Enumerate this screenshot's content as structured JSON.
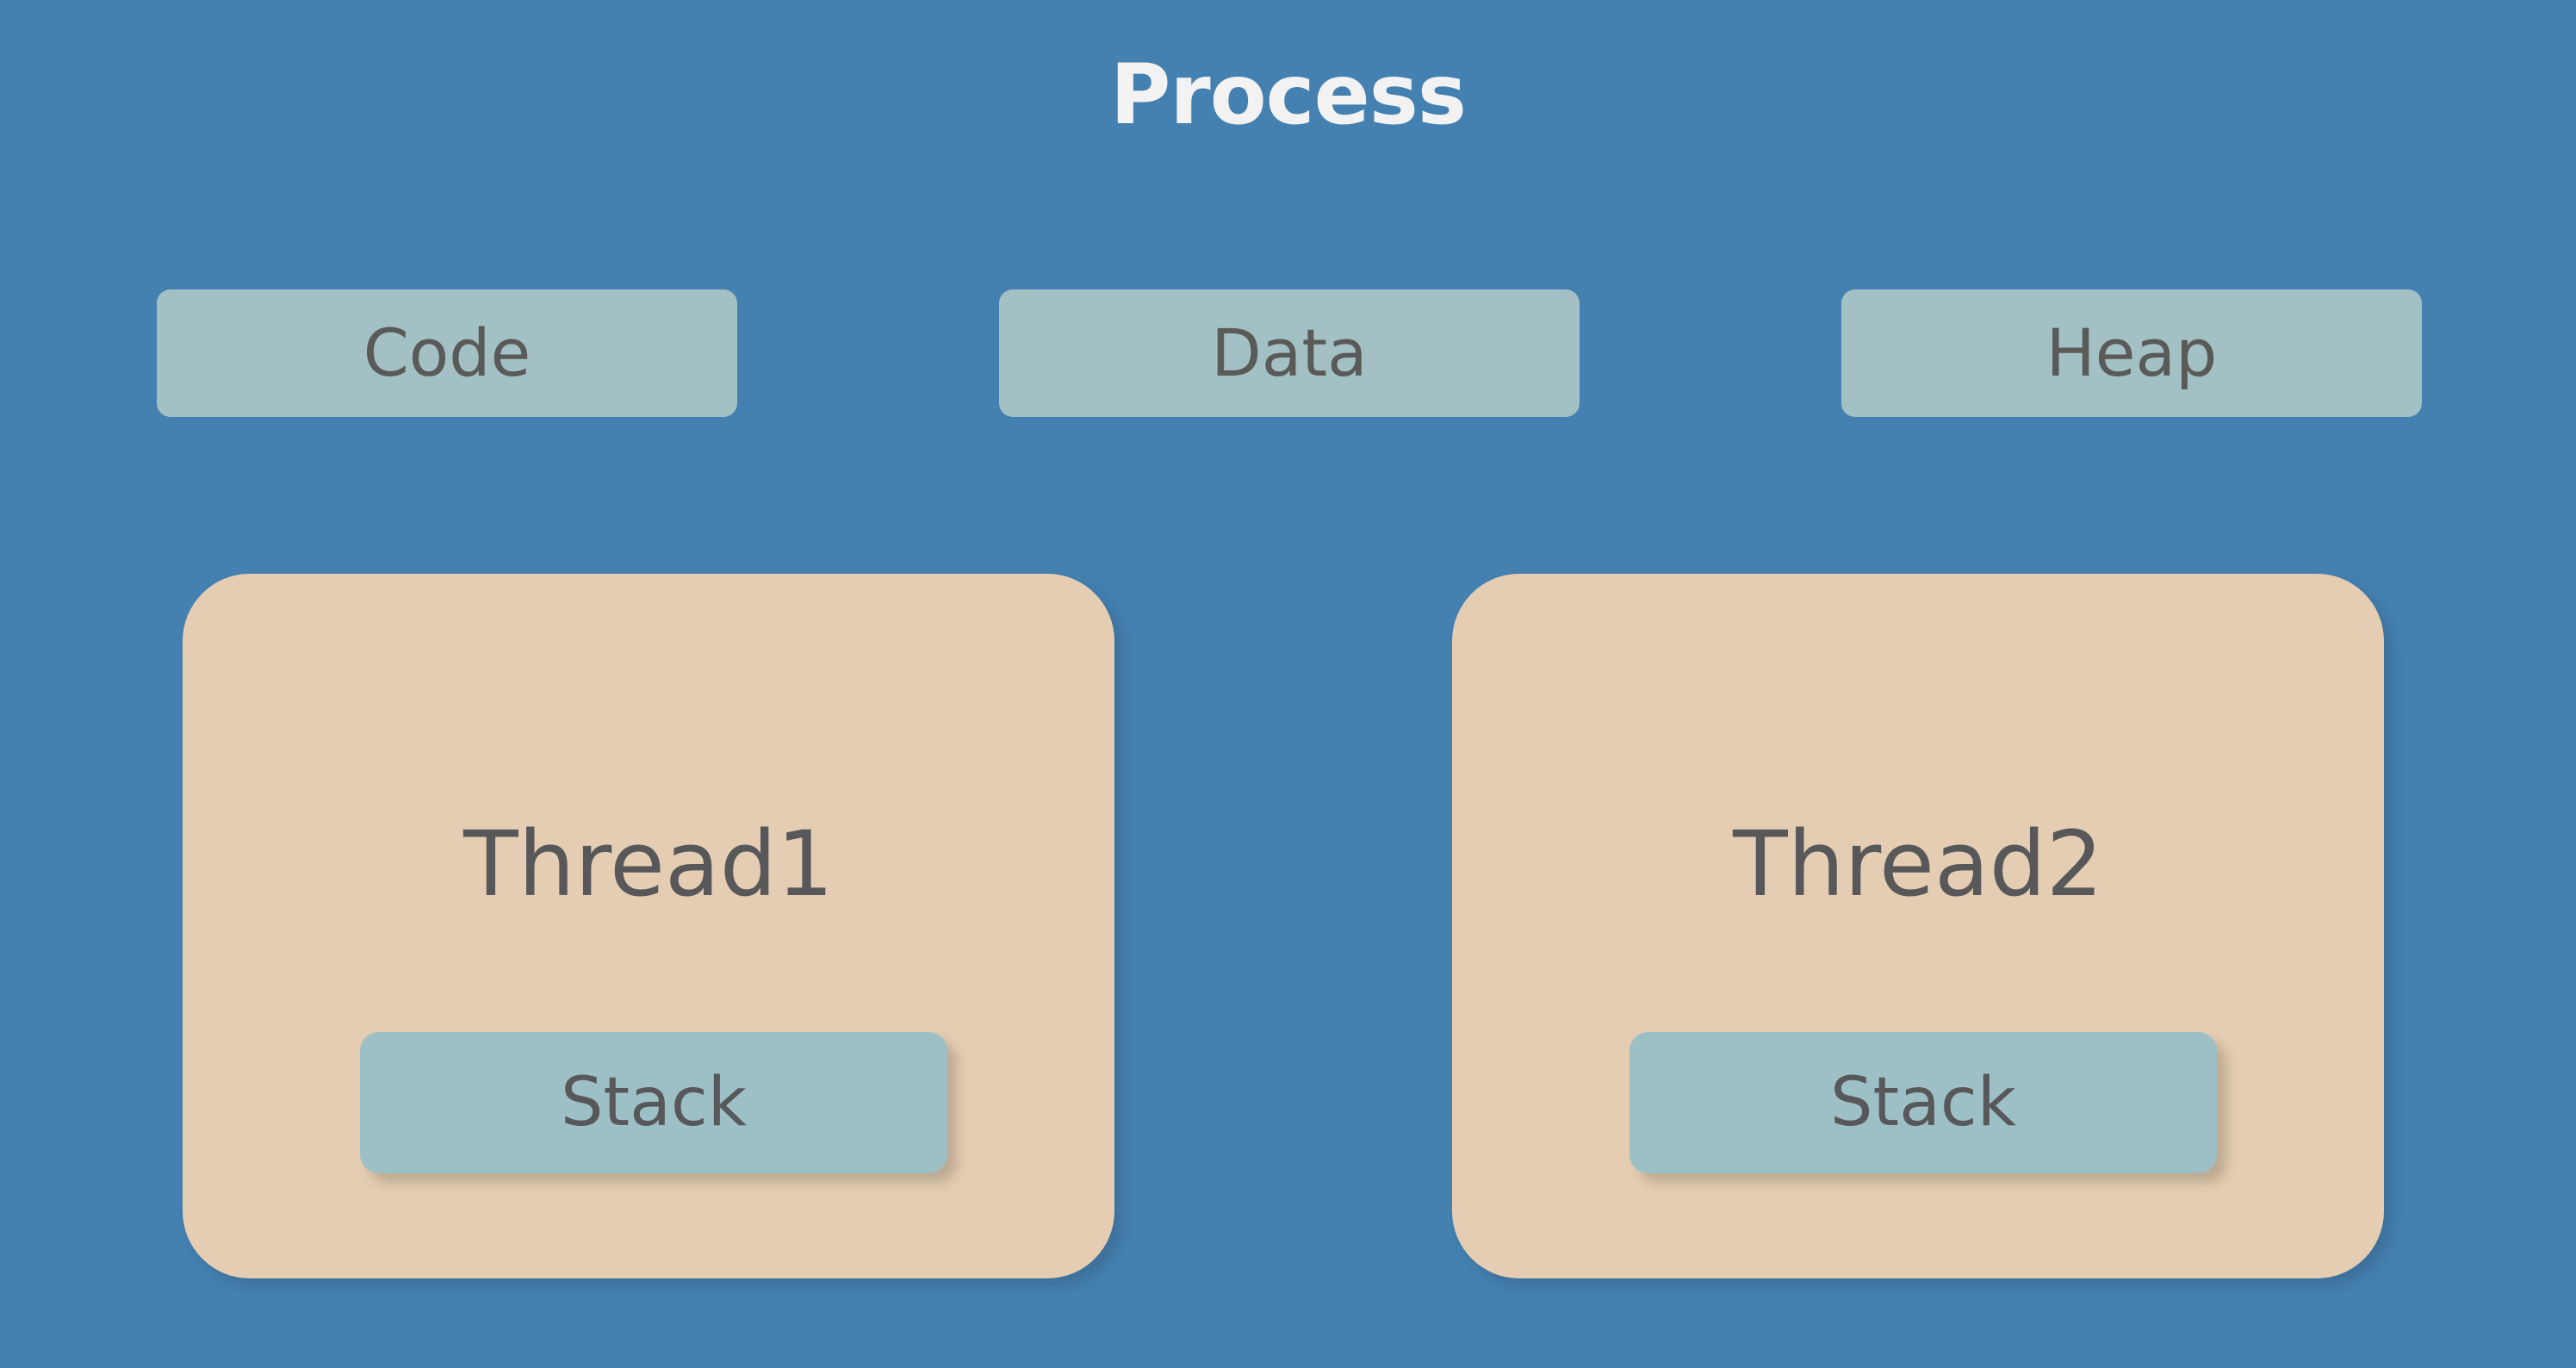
{
  "diagram": {
    "title": "Process",
    "background_color": "#4480b0",
    "segments": [
      {
        "label": "Code",
        "color": "#a3c1c4"
      },
      {
        "label": "Data",
        "color": "#a3c1c4"
      },
      {
        "label": "Heap",
        "color": "#a3c1c4"
      }
    ],
    "threads": [
      {
        "label": "Thread1",
        "color": "#e4cdb2",
        "stack": {
          "label": "Stack",
          "color": "#9cc0c6"
        }
      },
      {
        "label": "Thread2",
        "color": "#e4cdb2",
        "stack": {
          "label": "Stack",
          "color": "#9cc0c6"
        }
      }
    ],
    "text_color": "#58585a",
    "title_color": "#f2f2f2"
  }
}
